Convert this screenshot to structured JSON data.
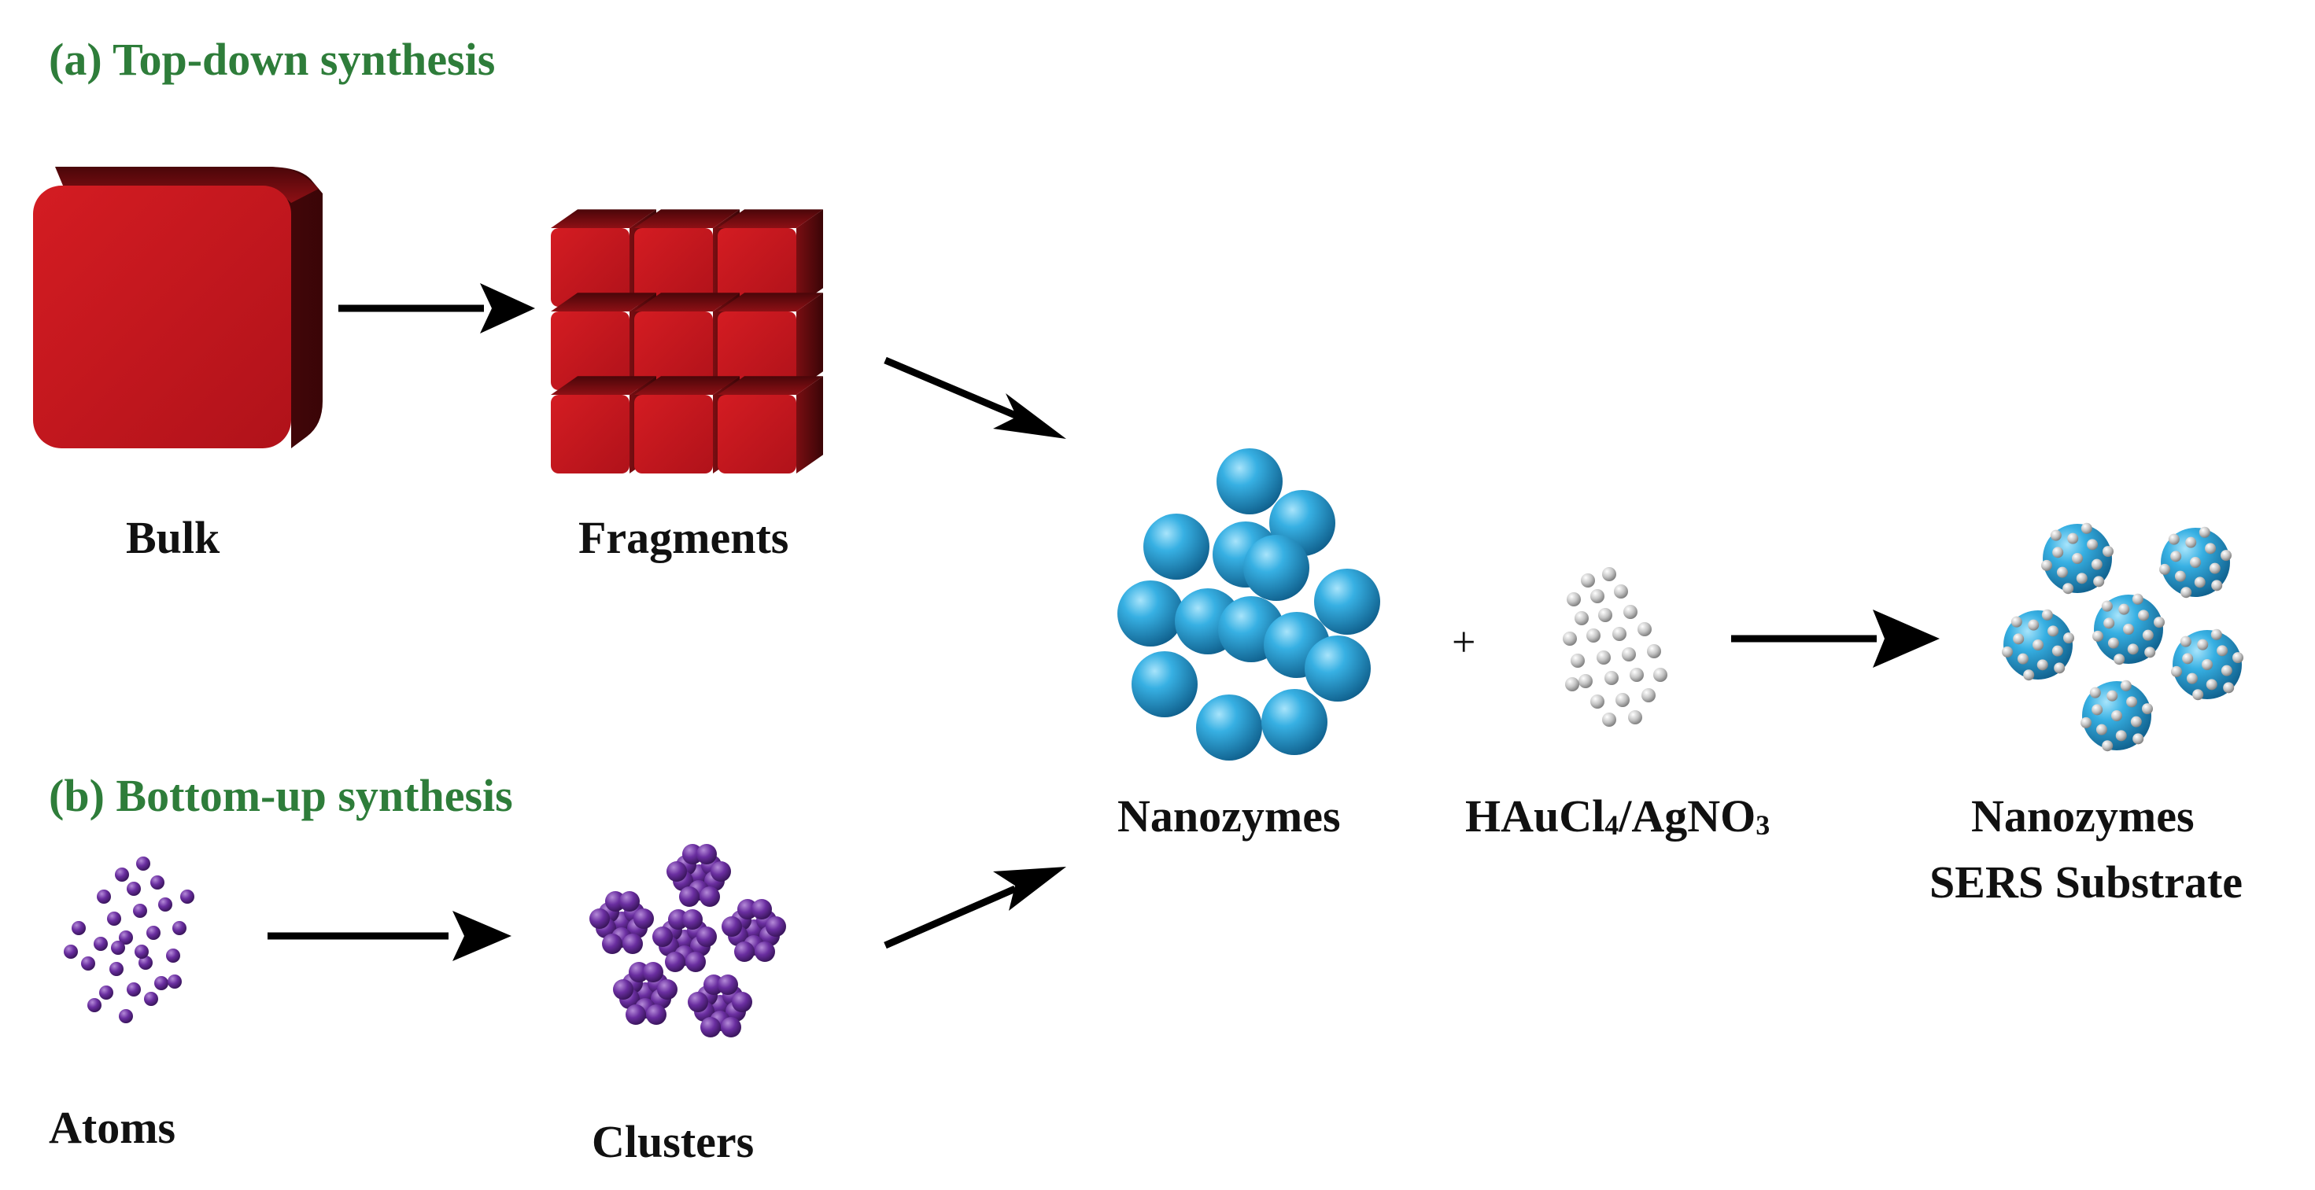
{
  "headings": {
    "top_down": "(a) Top-down synthesis",
    "bottom_up": "(b) Bottom-up synthesis"
  },
  "labels": {
    "bulk": "Bulk",
    "fragments": "Fragments",
    "atoms": "Atoms",
    "clusters": "Clusters",
    "nanozymes": "Nanozymes",
    "reagent_part1": "HAuCl",
    "reagent_sub1": "4",
    "reagent_part2": "/AgNO",
    "reagent_sub2": "3",
    "product_line1": "Nanozymes",
    "product_line2": "SERS Substrate"
  },
  "operator_plus": "+",
  "colors": {
    "heading": "#2e7d3a",
    "cube_red": "#c4161c",
    "cube_dark": "#5a0a0d",
    "atom_purple": "#6a2ea0",
    "nanozyme_blue": "#2aa0d6",
    "gold_silver_dot": "#bfbfbf",
    "arrow": "#000000"
  }
}
